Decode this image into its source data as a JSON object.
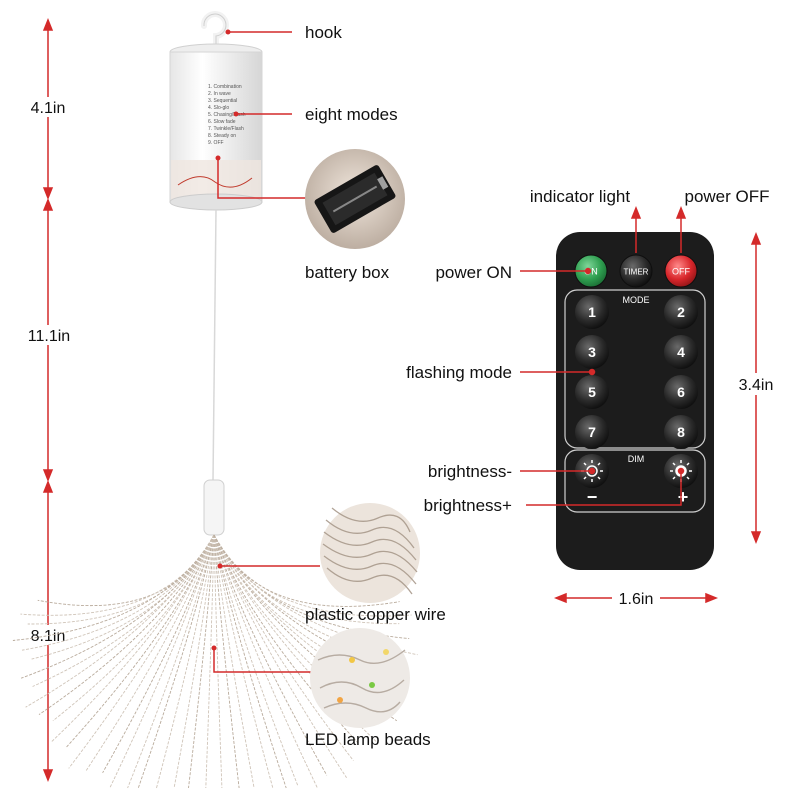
{
  "dimensions": {
    "top_height": "4.1in",
    "middle_height": "11.1in",
    "bottom_height": "8.1in",
    "remote_height": "3.4in",
    "remote_width": "1.6in"
  },
  "labels": {
    "hook": "hook",
    "eight_modes": "eight modes",
    "battery_box": "battery box",
    "plastic_copper_wire": "plastic copper wire",
    "led_lamp_beads": "LED lamp beads",
    "indicator_light": "indicator light",
    "power_off": "power OFF",
    "power_on": "power ON",
    "flashing_mode": "flashing mode",
    "brightness_minus": "brightness-",
    "brightness_plus": "brightness+"
  },
  "battery_mode_list": [
    "1. Combination",
    "2. In wave",
    "3. Sequential",
    "4. Slo-glo",
    "5. Chasing/Flash",
    "6. Slow fade",
    "7. Twinkle/Flash",
    "8. Steady on",
    "9. OFF"
  ],
  "remote": {
    "on_label": "ON",
    "timer_label": "TIMER",
    "off_label": "OFF",
    "mode_label": "MODE",
    "dim_label": "DIM",
    "minus_sign": "−",
    "plus_sign": "+",
    "buttons": [
      "1",
      "2",
      "3",
      "4",
      "5",
      "6",
      "7",
      "8"
    ]
  },
  "colors": {
    "annotation_red": "#d42a2a",
    "remote_body": "#1c1c1c",
    "on_button": "#2e9e4f",
    "off_button": "#d8262b",
    "timer_button": "#2a2a2a"
  }
}
